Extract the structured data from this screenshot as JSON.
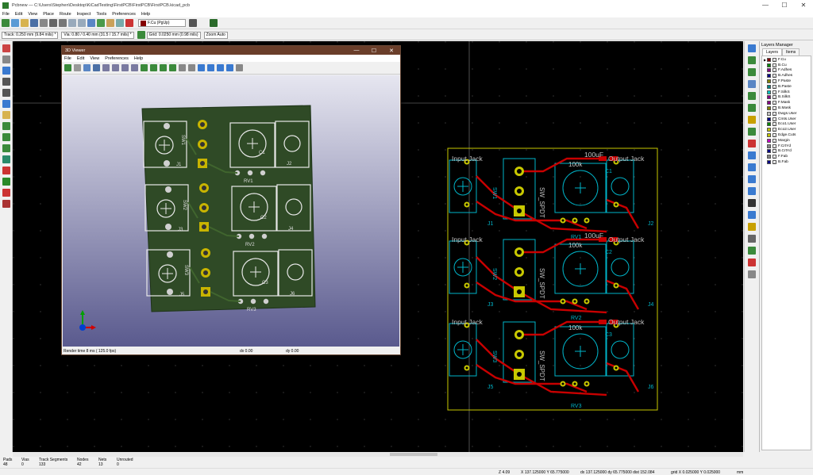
{
  "window": {
    "title": "Pcbnew — C:\\Users\\Stephen\\Desktop\\KiCadTesting\\FirstPCB\\FirstPCB\\FirstPCB.kicad_pcb",
    "controls": [
      "—",
      "☐",
      "✕"
    ]
  },
  "menu": [
    "File",
    "Edit",
    "View",
    "Place",
    "Route",
    "Inspect",
    "Tools",
    "Preferences",
    "Help"
  ],
  "toolbar": {
    "active_layer": "F.Cu (PgUp)"
  },
  "toolbar2": {
    "track": "Track: 0.250 mm (9.84 mils) *",
    "via": "Via: 0.80 / 0.40 mm (31.5 / 15.7 mils) *",
    "grid": "Grid: 0.0250 mm (0.98 mils)",
    "zoom": "Zoom Auto"
  },
  "layers_manager": {
    "title": "Layers Manager",
    "tabs": [
      "Layers",
      "Items"
    ],
    "layers": [
      {
        "name": "F.Cu",
        "color": "#840000",
        "active": true
      },
      {
        "name": "B.Cu",
        "color": "#008400"
      },
      {
        "name": "F.Adhes",
        "color": "#840084"
      },
      {
        "name": "B.Adhes",
        "color": "#000084"
      },
      {
        "name": "F.Paste",
        "color": "#848400"
      },
      {
        "name": "B.Paste",
        "color": "#008484"
      },
      {
        "name": "F.SilkS",
        "color": "#00c2c2"
      },
      {
        "name": "B.SilkS",
        "color": "#840084"
      },
      {
        "name": "F.Mask",
        "color": "#840084"
      },
      {
        "name": "B.Mask",
        "color": "#848400"
      },
      {
        "name": "Dwgs.User",
        "color": "#c2c2c2"
      },
      {
        "name": "Cmts.User",
        "color": "#000084"
      },
      {
        "name": "Eco1.User",
        "color": "#008400"
      },
      {
        "name": "Eco2.User",
        "color": "#c2c200"
      },
      {
        "name": "Edge.Cuts",
        "color": "#c2c200"
      },
      {
        "name": "Margin",
        "color": "#c200c2"
      },
      {
        "name": "F.CrtYd",
        "color": "#848484"
      },
      {
        "name": "B.CrtYd",
        "color": "#000084"
      },
      {
        "name": "F.Fab",
        "color": "#848484"
      },
      {
        "name": "B.Fab",
        "color": "#000084"
      }
    ]
  },
  "status": {
    "pads": {
      "label": "Pads",
      "value": "48"
    },
    "vias": {
      "label": "Vias",
      "value": "0"
    },
    "track_segments": {
      "label": "Track Segments",
      "value": "133"
    },
    "nodes": {
      "label": "Nodes",
      "value": "42"
    },
    "nets": {
      "label": "Nets",
      "value": "13"
    },
    "unrouted": {
      "label": "Unrouted",
      "value": "0"
    }
  },
  "coords": {
    "zoom": "Z 4.09",
    "xy": "X 137.125000  Y 65.775000",
    "dxdy": "dx 137.125000  dy 65.775000  dist 152.084",
    "grid": "grid X 0.025000  Y 0.025000",
    "units": "mm"
  },
  "viewer": {
    "title": "3D Viewer",
    "controls": [
      "—",
      "☐",
      "✕"
    ],
    "menu": [
      "File",
      "Edit",
      "View",
      "Preferences",
      "Help"
    ],
    "render_time": "Render time 8 ms ( 125.0 fps)",
    "dx": "dx 0.00",
    "dy": "dy 0.00"
  },
  "pcb_labels": {
    "input_jack": "Input Jack",
    "output_jack": "Output Jack",
    "cap_value": "100uF",
    "pot_value": "100k",
    "sw_type": "SW_SPDT",
    "refs": [
      "J1",
      "J2",
      "J3",
      "J4",
      "J5",
      "J6",
      "C1",
      "C2",
      "C3",
      "RV1",
      "RV2",
      "RV3",
      "SW1",
      "SW2",
      "SW3"
    ]
  },
  "board3d_labels": [
    "J1",
    "J2",
    "J3",
    "J4",
    "J5",
    "J6",
    "RV1",
    "RV2",
    "RV3",
    "SW1",
    "SW2",
    "SW3",
    "C1",
    "C2",
    "C3"
  ]
}
